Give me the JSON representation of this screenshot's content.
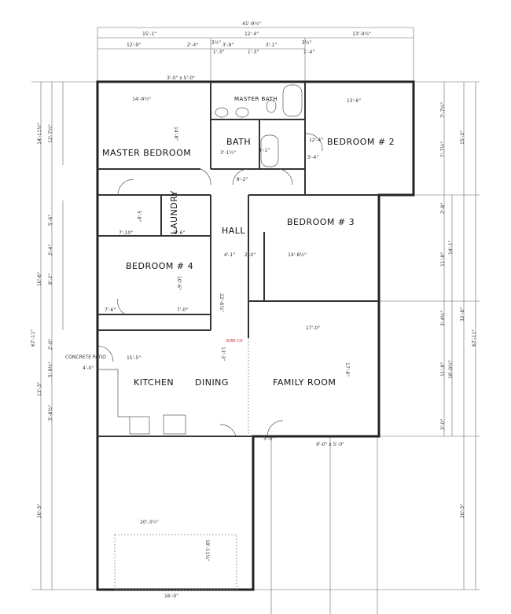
{
  "plan": {
    "rooms": {
      "master_bedroom": "MASTER BEDROOM",
      "master_bath": "MASTER BATH",
      "bath": "BATH",
      "bedroom2": "BEDROOM # 2",
      "bedroom3": "BEDROOM # 3",
      "bedroom4": "BEDROOM # 4",
      "laundry": "LAUNDRY",
      "hall": "HALL",
      "kitchen": "KITCHEN",
      "dining": "DINING",
      "family_room": "FAMILY ROOM",
      "concrete_patio": "CONCRETE PATIO"
    },
    "annotation_red": "3080 CO",
    "dimensions": [
      "41'-9½\"",
      "15'-1\"",
      "12'-4\"",
      "13'-9½\"",
      "12'-9\"",
      "2'-4\"",
      "3½\"",
      "3'-9\"",
      "3'-1\"",
      "3½\"",
      "1'-3\"",
      "1'-3\"",
      "1'-4\"",
      "3'-0\" x 5'-0\"",
      "14'-9½\"",
      "13'-6\"",
      "14'-8\"",
      "12'-4\"",
      "3'-4\"",
      "4'-1\"",
      "3'-1½\"",
      "8'-2\"",
      "5'-8\"",
      "7'-10\"",
      "6'-6\"",
      "4'-1\"",
      "2'-0\"",
      "14'-8½\"",
      "10'-6\"",
      "7'-6\"",
      "7'-0\"",
      "22'-6½\"",
      "15'-5\"",
      "13'-3\"",
      "17'-0\"",
      "17'-8\"",
      "20'-3½\"",
      "18'-11½\"",
      "16'-0\"",
      "4'-0\"",
      "3'-0\"",
      "6'-0\" x 5'-0\"",
      "14'-11½\"",
      "12'-7½\"",
      "5'-6\"",
      "10'-6\"",
      "8'-2\"",
      "2'-4\"",
      "2'-0\"",
      "13'-3\"",
      "5'-9½\"",
      "5'-8½\"",
      "20'-3\"",
      "67'-11\"",
      "7'-7½\"",
      "7'-7½\"",
      "15'-3\"",
      "2'-8\"",
      "11'-8\"",
      "14'-1\"",
      "3'-4½\"",
      "11'-8\"",
      "18'-0½\"",
      "3'-0\"",
      "32'-8\"",
      "20'-3\"",
      "67'-11\""
    ]
  }
}
